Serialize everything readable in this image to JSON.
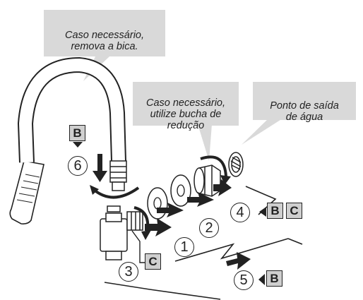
{
  "callouts": {
    "remove_spout": "Caso necessário,\nremova a bica.",
    "reduction_bushing": "Caso necessário,\nutilize bucha de\nredução",
    "water_outlet": "Ponto de saída\nde água"
  },
  "steps": {
    "step1": "1",
    "step2": "2",
    "step3": "3",
    "step4": "4",
    "step5": "5",
    "step6": "6"
  },
  "tool_labels": {
    "b": "B",
    "c": "C"
  },
  "colors": {
    "callout_bg": "#d9d9d9",
    "label_bg": "#cfcfcf",
    "line": "#222222"
  }
}
